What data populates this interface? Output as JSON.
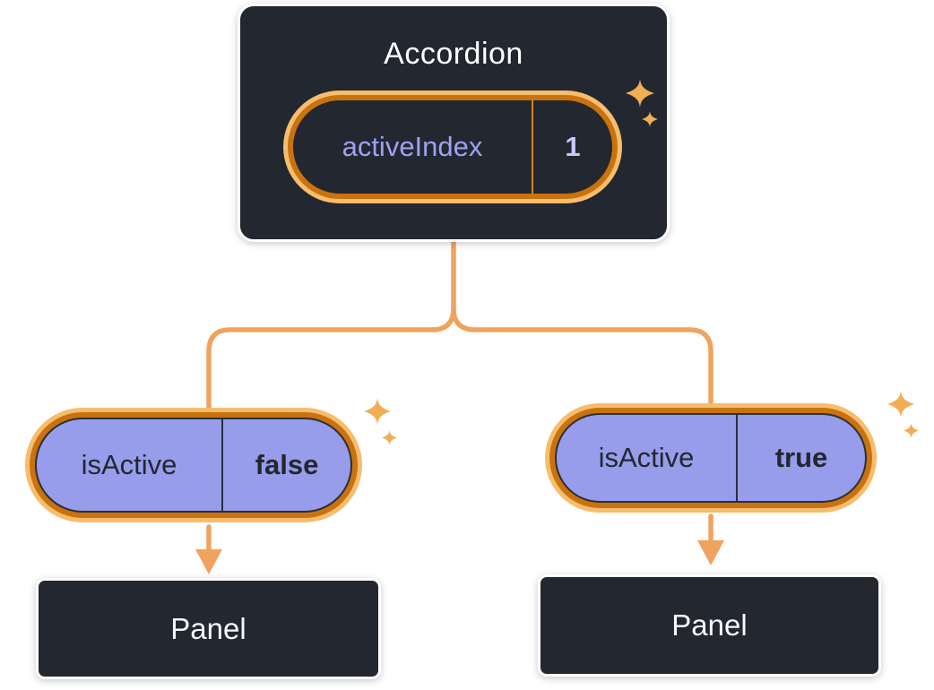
{
  "diagram": {
    "root": {
      "title": "Accordion",
      "state": {
        "key": "activeIndex",
        "value": "1"
      }
    },
    "children": [
      {
        "prop": {
          "key": "isActive",
          "value": "false"
        },
        "label": "Panel"
      },
      {
        "prop": {
          "key": "isActive",
          "value": "true"
        },
        "label": "Panel"
      }
    ],
    "colors": {
      "node_background": "#23272F",
      "node_border": "#FFFFFF",
      "node_text": "#F6F7F9",
      "state_key_text": "#9CA3F2",
      "state_value_text": "#C5C9FB",
      "prop_pill_fill": "#979DEB",
      "prop_text": "#23272F",
      "ring_inner": "#C9720E",
      "ring_outer": "#F6BD6E",
      "connector": "#F0A35E",
      "sparkle": "#F2AE54"
    },
    "icons": [
      "sparkle-icon"
    ]
  }
}
